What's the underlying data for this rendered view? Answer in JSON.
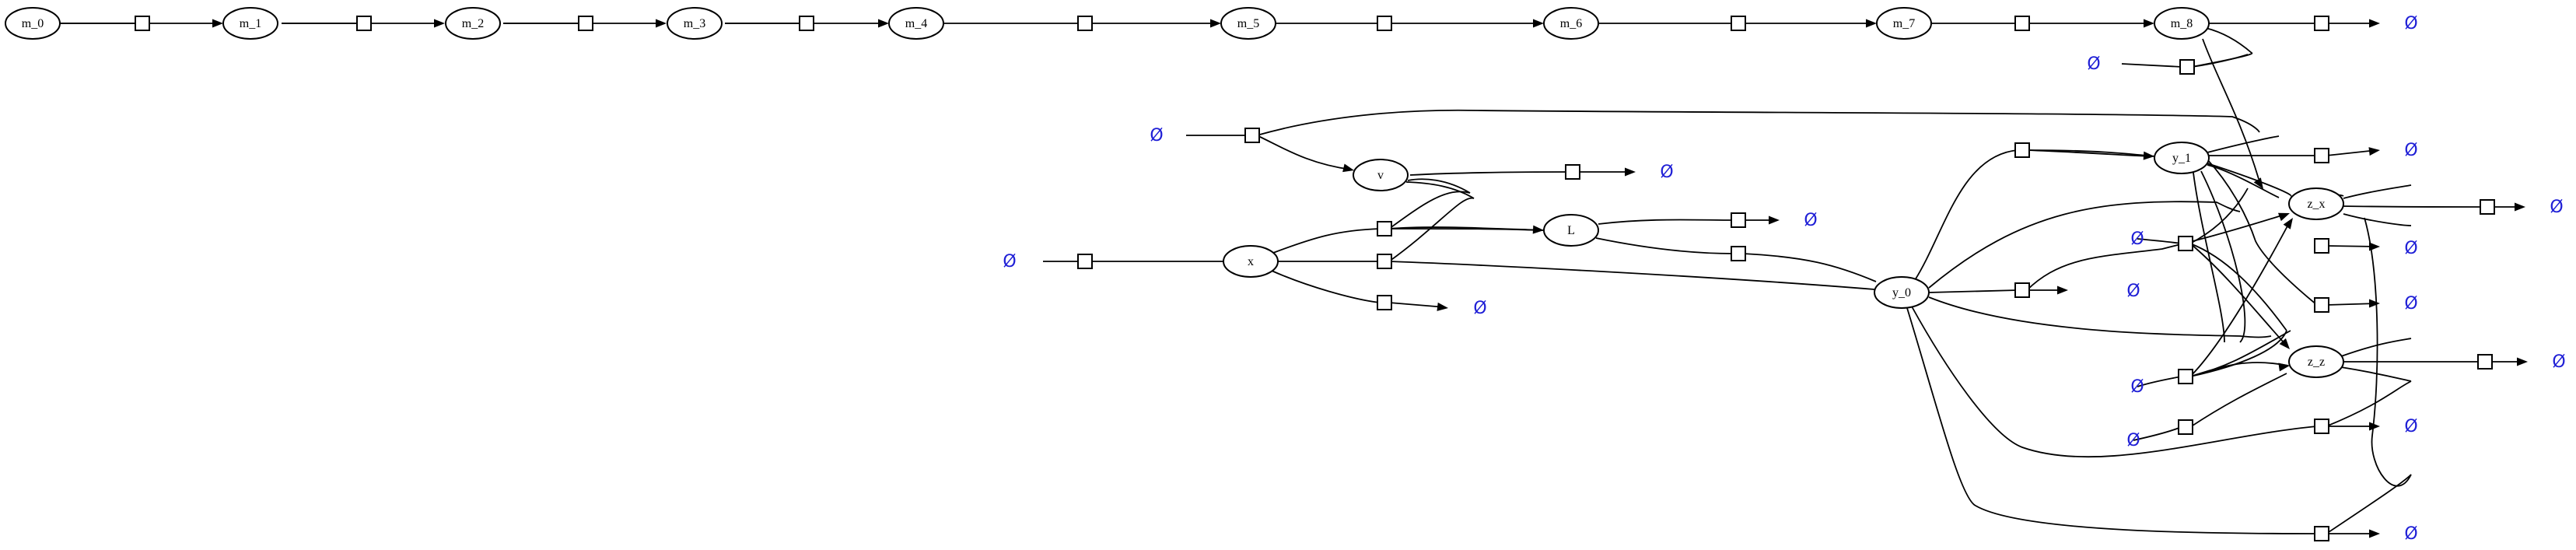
{
  "diagram": {
    "empty_symbol": "Ø",
    "colors": {
      "empty_symbol": "#1f1fd6",
      "stroke": "#000000",
      "background": "#ffffff"
    },
    "nodes": [
      {
        "id": "m_0",
        "label": "m_0"
      },
      {
        "id": "m_1",
        "label": "m_1"
      },
      {
        "id": "m_2",
        "label": "m_2"
      },
      {
        "id": "m_3",
        "label": "m_3"
      },
      {
        "id": "m_4",
        "label": "m_4"
      },
      {
        "id": "m_5",
        "label": "m_5"
      },
      {
        "id": "m_6",
        "label": "m_6"
      },
      {
        "id": "m_7",
        "label": "m_7"
      },
      {
        "id": "m_8",
        "label": "m_8"
      },
      {
        "id": "v",
        "label": "v"
      },
      {
        "id": "x",
        "label": "x"
      },
      {
        "id": "L",
        "label": "L"
      },
      {
        "id": "y_0",
        "label": "y_0"
      },
      {
        "id": "y_1",
        "label": "y_1"
      },
      {
        "id": "z_x",
        "label": "z_x"
      },
      {
        "id": "z_z",
        "label": "z_z"
      }
    ]
  }
}
